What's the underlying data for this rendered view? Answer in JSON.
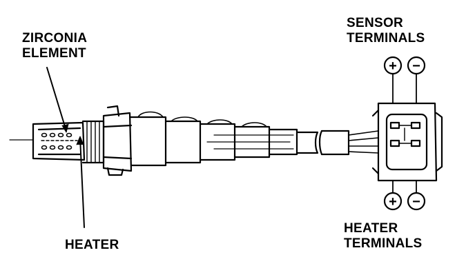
{
  "labels": {
    "zirconia_line1": "ZIRCONIA",
    "zirconia_line2": "ELEMENT",
    "heater": "HEATER",
    "sensor_line1": "SENSOR",
    "sensor_line2": "TERMINALS",
    "heater_terminals_line1": "HEATER",
    "heater_terminals_line2": "TERMINALS"
  },
  "terminal_symbols": {
    "plus": "+",
    "minus": "−"
  }
}
